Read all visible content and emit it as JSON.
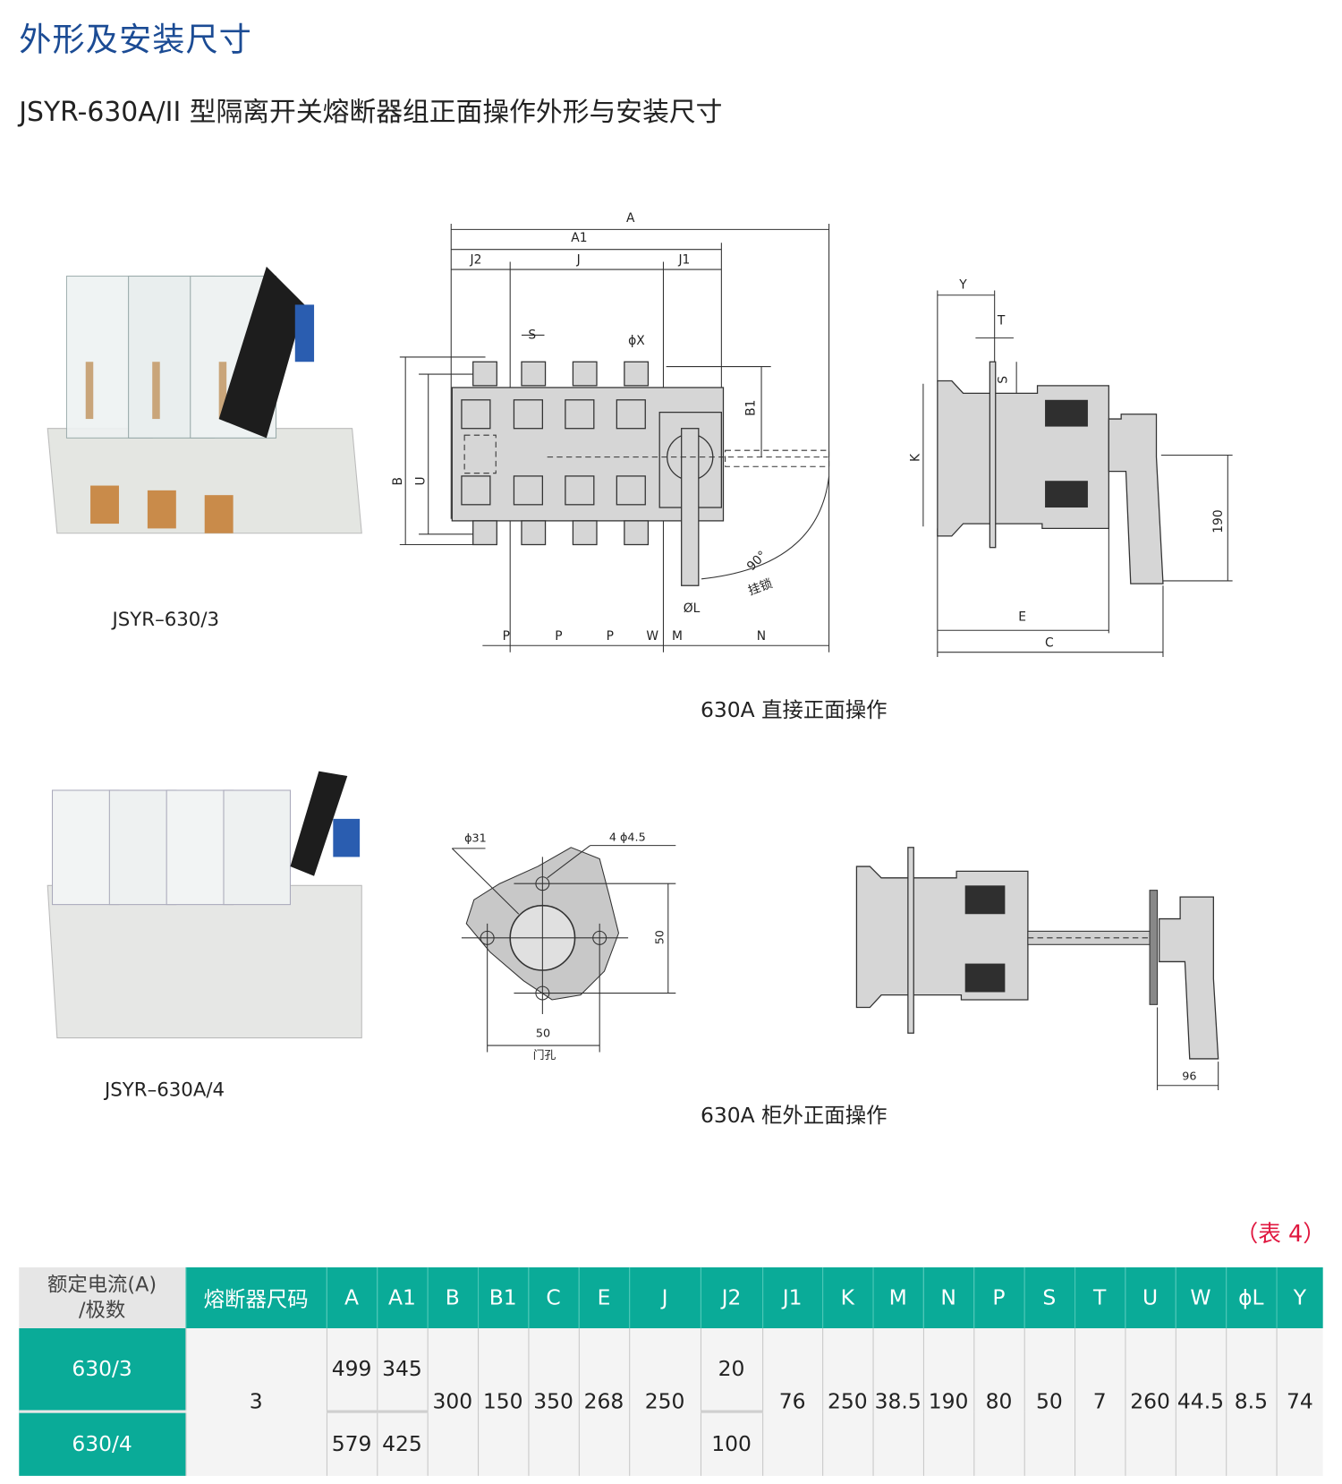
{
  "title": "外形及安装尺寸",
  "subtitle": "JSYR-630A/II 型隔离开关熔断器组正面操作外形与安装尺寸",
  "photos": {
    "product1_label": "JSYR–630/3",
    "product2_label": "JSYR–630A/4"
  },
  "front_view": {
    "labels": {
      "A": "A",
      "A1": "A1",
      "J2": "J2",
      "J": "J",
      "J1": "J1",
      "S": "S",
      "phiX": "ϕX",
      "B1": "B1",
      "B": "B",
      "U": "U",
      "angle": "90°",
      "lock": "挂锁",
      "phiL": "ØL",
      "P1": "P",
      "P2": "P",
      "P3": "P",
      "W": "W",
      "M": "M",
      "N": "N"
    }
  },
  "side_view": {
    "labels": {
      "Y": "Y",
      "T": "T",
      "S": "S",
      "K": "K",
      "dim190": "190",
      "E": "E",
      "C": "C"
    }
  },
  "caption_direct": "630A 直接正面操作",
  "door_hole": {
    "labels": {
      "phi31": "ϕ31",
      "holes": "4 ϕ4.5",
      "v50": "50",
      "h50": "50",
      "door": "门孔"
    }
  },
  "external_view": {
    "labels": {
      "dim96": "96"
    }
  },
  "caption_external": "630A 柜外正面操作",
  "table": {
    "number": "（表 4）",
    "header_first": [
      "额定电流(A)",
      "/极数"
    ],
    "header_fuse": "熔断器尺码",
    "columns": [
      "A",
      "A1",
      "B",
      "B1",
      "C",
      "E",
      "J",
      "J2",
      "J1",
      "K",
      "M",
      "N",
      "P",
      "S",
      "T",
      "U",
      "W",
      "ϕL",
      "Y"
    ],
    "rows": [
      {
        "model": "630/3",
        "A": "499",
        "A1": "345",
        "J2": "20"
      },
      {
        "model": "630/4",
        "A": "579",
        "A1": "425",
        "J2": "100"
      }
    ],
    "shared": {
      "fuse": "3",
      "B": "300",
      "B1": "150",
      "C": "350",
      "E": "268",
      "J": "250",
      "J1": "76",
      "K": "250",
      "M": "38.5",
      "N": "190",
      "P": "80",
      "S": "50",
      "T": "7",
      "U": "260",
      "W": "44.5",
      "phiL": "8.5",
      "Y": "74"
    }
  }
}
